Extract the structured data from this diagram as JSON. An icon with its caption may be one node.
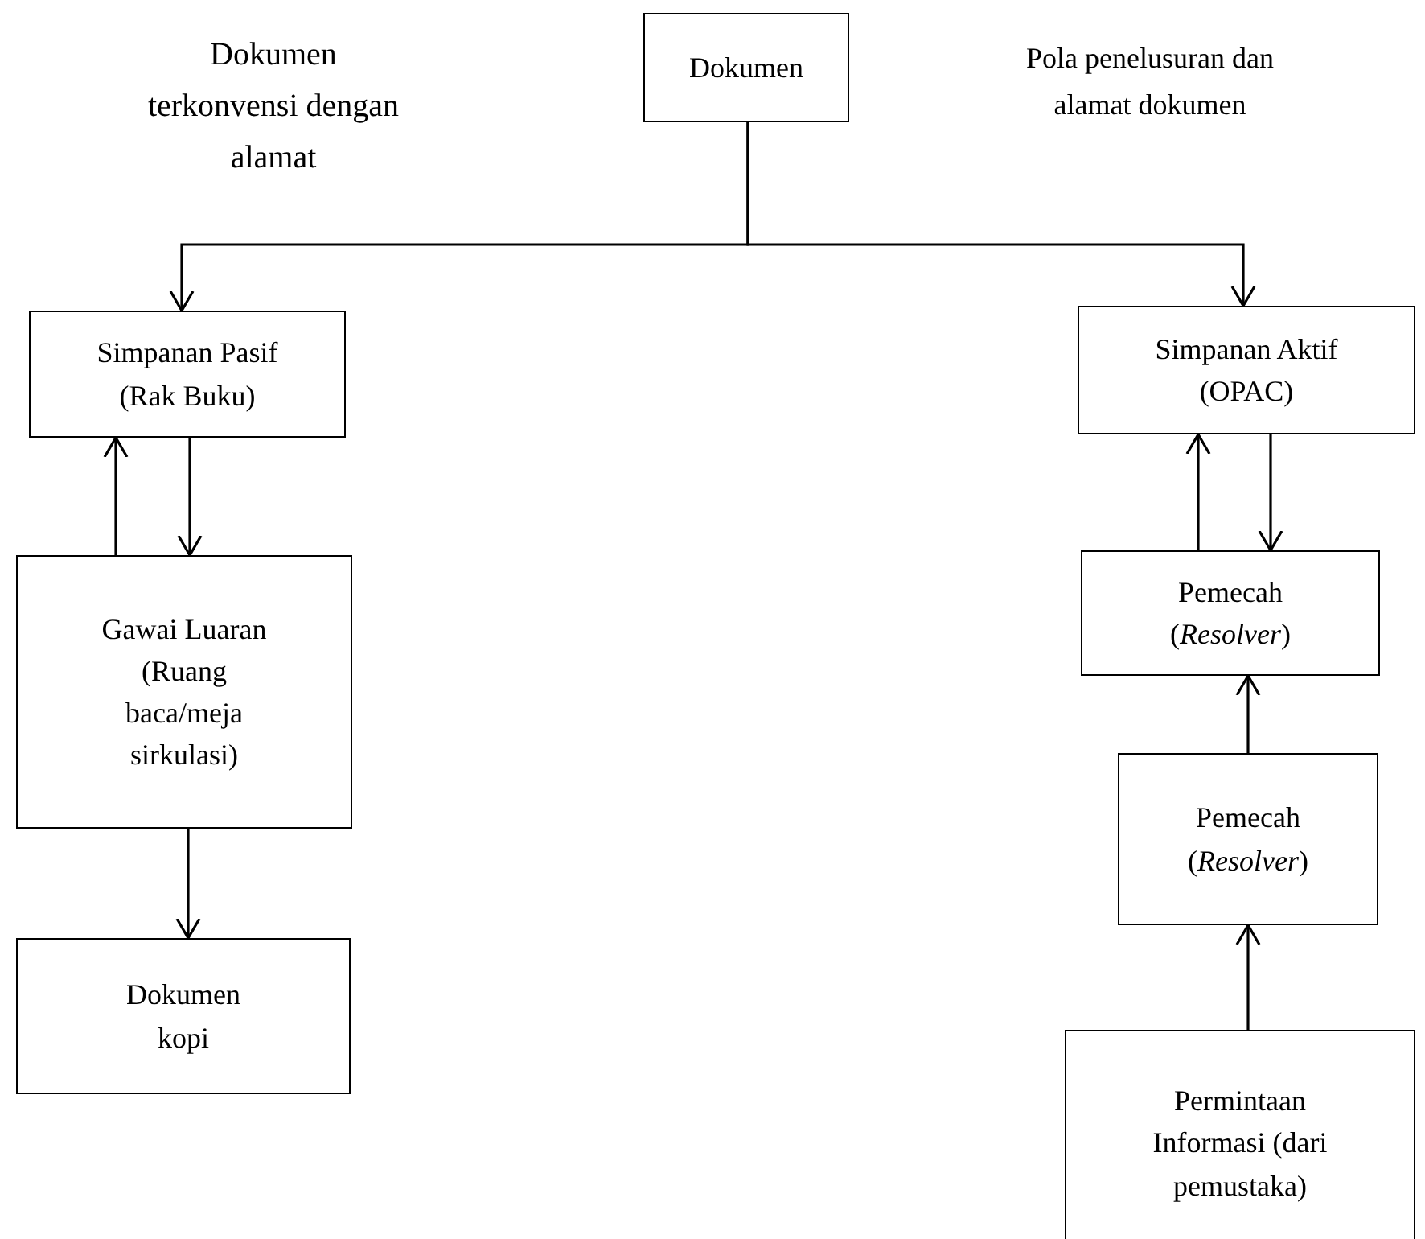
{
  "diagram": {
    "nodes": [
      {
        "text": [
          "Dokumen"
        ]
      },
      {
        "text": [
          "Simpanan Pasif (Rak Buku)"
        ]
      },
      {
        "text": [
          "Gawai Luaran (Ruang baca/meja sirkulasi)"
        ]
      },
      {
        "text": [
          "Dokumen kopi"
        ]
      },
      {
        "text": [
          "Simpanan Aktif (OPAC)"
        ]
      },
      {
        "text": [
          "Pemecah (*Resolver*)"
        ]
      },
      {
        "text": [
          "Pemecah (*Resolver*)"
        ]
      },
      {
        "text": [
          "Permintaan Informasi (dari pemustaka)"
        ]
      }
    ],
    "edges": [
      {
        "from": 0,
        "to": 1,
        "arrow": "to"
      },
      {
        "from": 0,
        "to": 4,
        "arrow": "to"
      },
      {
        "from": 2,
        "to": 1,
        "arrow": "to"
      },
      {
        "from": 1,
        "to": 2,
        "arrow": "to"
      },
      {
        "from": 2,
        "to": 3,
        "arrow": "to"
      },
      {
        "from": 5,
        "to": 4,
        "arrow": "to"
      },
      {
        "from": 4,
        "to": 5,
        "arrow": "to"
      },
      {
        "from": 6,
        "to": 5,
        "arrow": "to"
      },
      {
        "from": 7,
        "to": 6,
        "arrow": "to"
      }
    ],
    "labels": [
      "Dokumen terkonvensi dengan alamat",
      "Pola penelusuran dan alamat dokumen"
    ]
  }
}
